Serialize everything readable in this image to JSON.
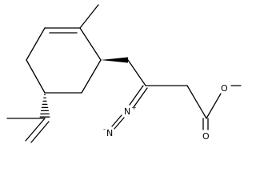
{
  "molecule": {
    "atoms": {
      "diazo_n1": "N",
      "diazo_n1_charge": "+",
      "diazo_n2": "N",
      "diazo_n2_charge": "-",
      "carbonyl_o": "O",
      "ester_o": "O"
    },
    "colors": {
      "bond": "#000000",
      "background": "#ffffff"
    }
  }
}
